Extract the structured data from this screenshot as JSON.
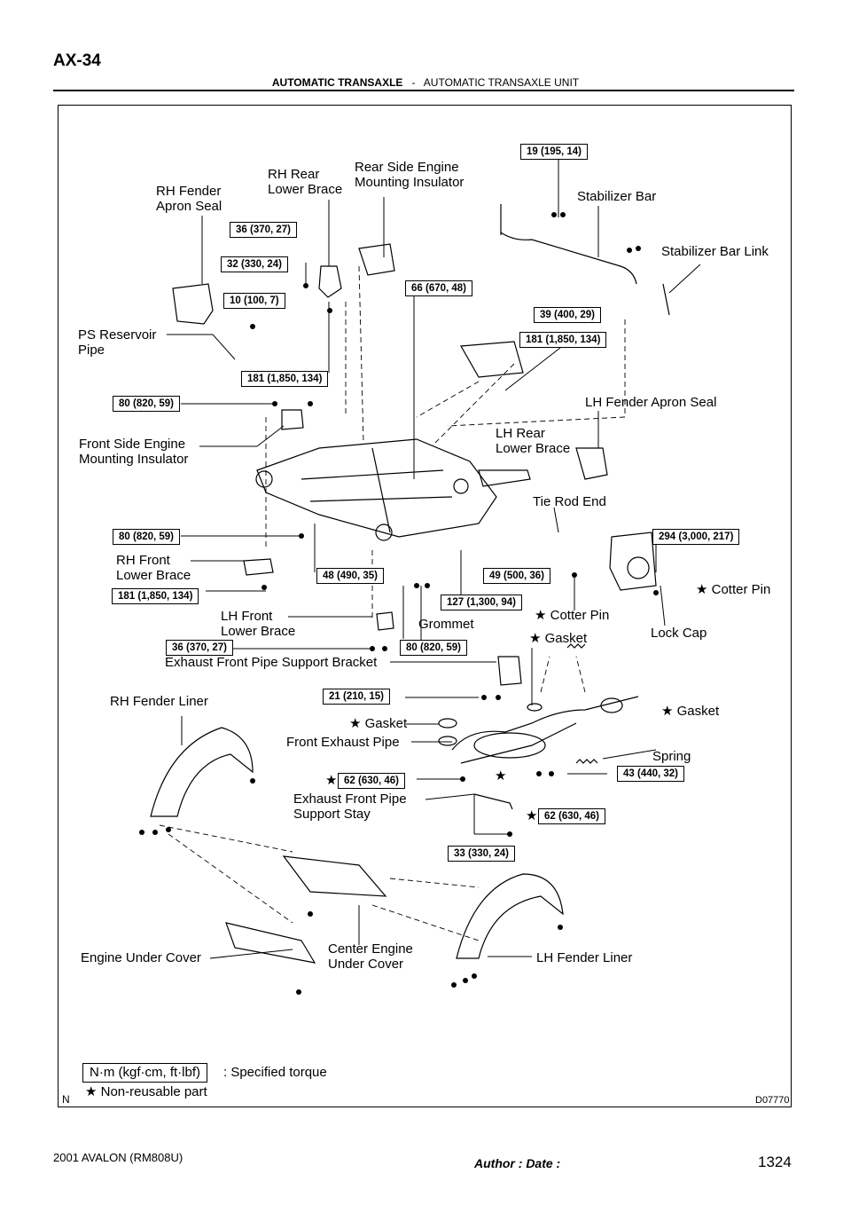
{
  "header": {
    "page_code": "AX-34",
    "section": "AUTOMATIC TRANSAXLE",
    "separator": "-",
    "subsection": "AUTOMATIC TRANSAXLE UNIT"
  },
  "labels": {
    "rh_fender_apron_seal_1": "RH Fender",
    "rh_fender_apron_seal_2": "Apron Seal",
    "rh_rear_lower_brace_1": "RH Rear",
    "rh_rear_lower_brace_2": "Lower Brace",
    "rear_side_engine_1": "Rear Side Engine",
    "rear_side_engine_2": "Mounting Insulator",
    "stabilizer_bar": "Stabilizer Bar",
    "stabilizer_bar_link": "Stabilizer Bar Link",
    "ps_reservoir_1": "PS Reservoir",
    "ps_reservoir_2": "Pipe",
    "lh_fender_apron_seal": "LH Fender Apron Seal",
    "front_side_engine_1": "Front Side Engine",
    "front_side_engine_2": "Mounting Insulator",
    "lh_rear_lower_brace_1": "LH Rear",
    "lh_rear_lower_brace_2": "Lower Brace",
    "tie_rod_end": "Tie Rod End",
    "rh_front_lower_brace_1": "RH Front",
    "rh_front_lower_brace_2": "Lower Brace",
    "cotter_pin_right": "★ Cotter Pin",
    "cotter_pin_mid": "★ Cotter Pin",
    "lh_front_lower_brace_1": "LH Front",
    "lh_front_lower_brace_2": "Lower Brace",
    "grommet": "Grommet",
    "lock_cap": "Lock Cap",
    "gasket_top": "★ Gasket",
    "exhaust_bracket": "Exhaust Front Pipe Support Bracket",
    "rh_fender_liner": "RH Fender Liner",
    "gasket_left": "★ Gasket",
    "gasket_right": "★ Gasket",
    "front_exhaust_pipe": "Front Exhaust Pipe",
    "spring": "Spring",
    "star_a": "★",
    "star_b": "★",
    "star_c": "★",
    "exhaust_stay_1": "Exhaust Front Pipe",
    "exhaust_stay_2": "Support Stay",
    "engine_under_cover": "Engine Under Cover",
    "center_under_cover_1": "Center Engine",
    "center_under_cover_2": "Under Cover",
    "lh_fender_liner": "LH Fender Liner"
  },
  "torques": {
    "t19": "19 (195, 14)",
    "t36a": "36 (370, 27)",
    "t32": "32 (330, 24)",
    "t10": "10 (100, 7)",
    "t66": "66 (670, 48)",
    "t39": "39 (400, 29)",
    "t181a": "181 (1,850, 134)",
    "t181b": "181 (1,850, 134)",
    "t80a": "80 (820, 59)",
    "t80b": "80 (820, 59)",
    "t294": "294 (3,000, 217)",
    "t48": "48 (490, 35)",
    "t49": "49 (500, 36)",
    "t181c": "181 (1,850, 134)",
    "t127": "127 (1,300, 94)",
    "t36b": "36 (370, 27)",
    "t80c": "80 (820, 59)",
    "t21": "21 (210, 15)",
    "t62a": "62 (630, 46)",
    "t43": "43 (440, 32)",
    "t62b": "62 (630, 46)",
    "t33": "33 (330, 24)"
  },
  "legend": {
    "unit_box": "N·m (kgf·cm, ft·lbf)",
    "unit_text": ": Specified torque",
    "nonreusable": "★ Non-reusable part"
  },
  "figure": {
    "n_mark": "N",
    "figure_id": "D07770"
  },
  "footer": {
    "model": "2001 AVALON   (RM808U)",
    "author_date": "Author :                    Date :",
    "page_number": "1324"
  }
}
